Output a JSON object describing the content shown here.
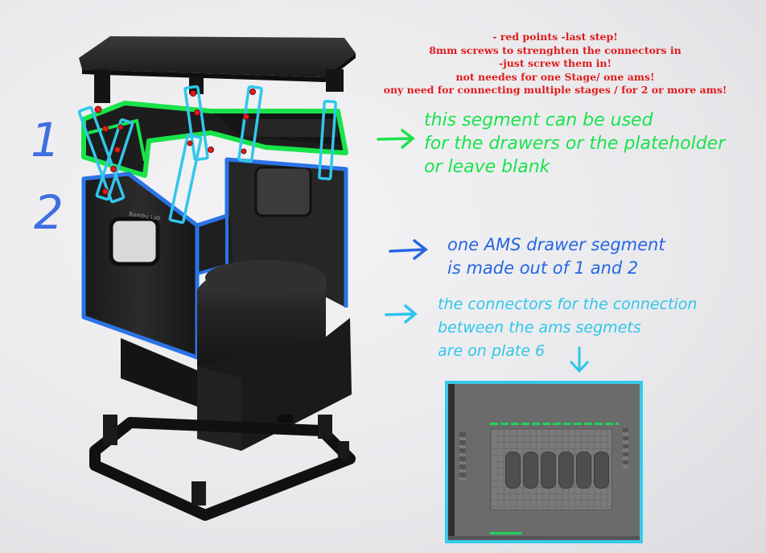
{
  "notes": {
    "red_lines": [
      "- red points -last step!",
      "8mm screws to strenghten the connectors in",
      "-just screw them in!",
      "not needes for one Stage/ one ams!",
      "ony need for connecting multiple stages / for 2 or more ams!"
    ],
    "green_lines": [
      "this segment can be used",
      "for the drawers or the plateholder",
      "or leave blank"
    ],
    "blue_lines": [
      "one AMS drawer segment",
      "is made out of 1 and 2"
    ],
    "cyan_lines": [
      "the connectors for the connection",
      "between the ams segmets",
      "are on plate 6"
    ]
  },
  "labels": {
    "segment_one": "1",
    "segment_two": "2",
    "brand_plate": "Bambu Lab"
  },
  "colors": {
    "red": "#e01b1b",
    "green": "#19e34a",
    "blue": "#2566e0",
    "cyan": "#2fc6ea"
  }
}
